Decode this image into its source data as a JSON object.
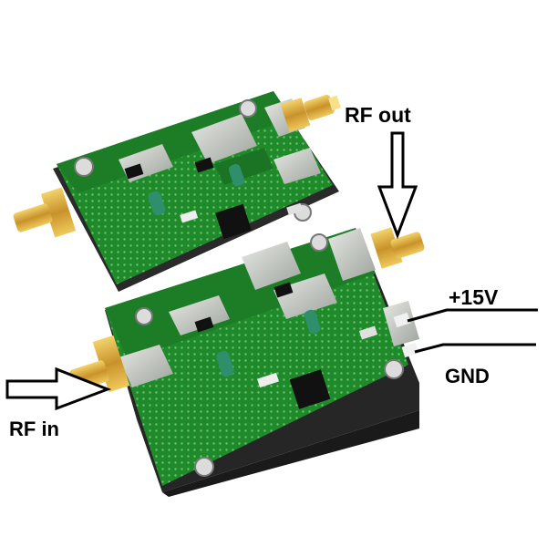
{
  "labels": {
    "rf_out": "RF out",
    "v15": "+15V",
    "gnd": "GND",
    "rf_in": "RF in"
  },
  "colors": {
    "pcb_green": "#1f8a2a",
    "pcb_dark": "#146b1e",
    "trace_silver": "#c7cbc6",
    "connector_gold": "#d8a93a",
    "enclosure": "#2b2b2b",
    "arrow": "#000000"
  },
  "icons": {
    "rf_out_arrow": "down-arrow-icon",
    "rf_in_arrow": "right-arrow-icon",
    "power_wire": "wire-line",
    "ground_wire": "wire-line"
  }
}
